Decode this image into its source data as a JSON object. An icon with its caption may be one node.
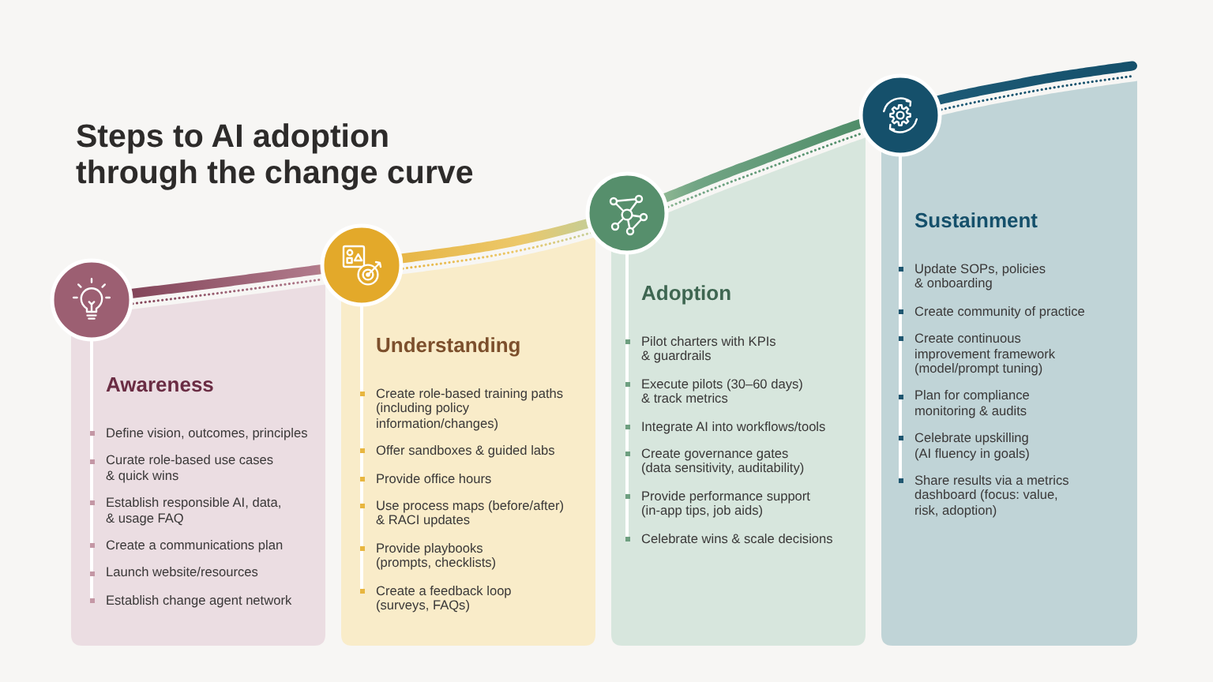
{
  "diagram": {
    "title": "Steps to AI adoption through the change curve",
    "nodes": [
      {
        "text": [
          "Awareness",
          "Define vision, outcomes, principles",
          "Curate role-based use cases & quick wins",
          "Establish responsible AI, data, & usage FAQ",
          "Create a communications plan",
          "Launch website/resources",
          "Establish change agent network"
        ]
      },
      {
        "text": [
          "Understanding",
          "Create role-based training paths (including policy information/changes)",
          "Offer sandboxes & guided labs",
          "Provide office hours",
          "Use process maps (before/after) & RACI updates",
          "Provide playbooks (prompts, checklists)",
          "Create a feedback loop (surveys, FAQs)"
        ]
      },
      {
        "text": [
          "Adoption",
          "Pilot charters with KPIs & guardrails",
          "Execute pilots (30–60 days) & track metrics",
          "Integrate AI into workflows/tools",
          "Create governance gates (data sensitivity, auditability)",
          "Provide performance support (in-app tips, job aids)",
          "Celebrate wins & scale decisions"
        ]
      },
      {
        "text": [
          "Sustainment",
          "Update SOPs, policies & onboarding",
          "Create community of practice",
          "Create continuous improvement framework (model/prompt tuning)",
          "Plan for compliance monitoring & audits",
          "Celebrate upskilling (AI fluency in goals)",
          "Share results via a metrics dashboard (focus: value, risk, adoption)"
        ]
      }
    ]
  }
}
